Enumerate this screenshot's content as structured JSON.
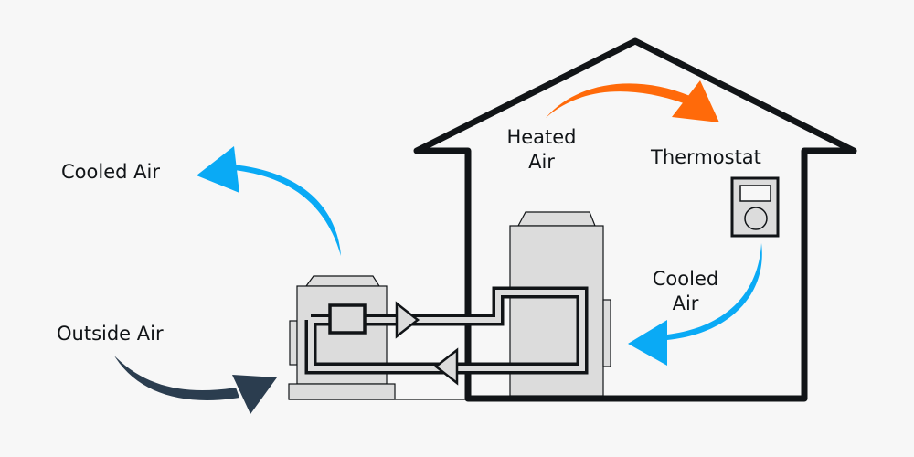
{
  "diagram": {
    "title": "Heat pump cooling cycle",
    "colors": {
      "background": "#f7f7f7",
      "outline": "#111417",
      "unit_fill": "#dcdcdc",
      "cooled_air": "#0aaaf5",
      "heated_air": "#ff6a0a",
      "outside_air": "#2b3d4f"
    },
    "labels": {
      "cooled_air_outside": "Cooled Air",
      "outside_air": "Outside Air",
      "heated_air_line1": "Heated",
      "heated_air_line2": "Air",
      "thermostat": "Thermostat",
      "cooled_air_inside_line1": "Cooled",
      "cooled_air_inside_line2": "Air"
    },
    "components": [
      {
        "id": "house",
        "name": "House outline"
      },
      {
        "id": "outdoor-unit",
        "name": "Outdoor condenser unit"
      },
      {
        "id": "indoor-unit",
        "name": "Indoor air handler"
      },
      {
        "id": "thermostat",
        "name": "Thermostat"
      },
      {
        "id": "refrigerant-lines",
        "name": "Refrigerant loop"
      }
    ],
    "flows": [
      {
        "id": "outside-air",
        "label": "Outside Air",
        "direction": "into outdoor unit",
        "color": "#2b3d4f"
      },
      {
        "id": "cooled-air-out",
        "label": "Cooled Air",
        "direction": "up and away from outdoor unit",
        "color": "#0aaaf5"
      },
      {
        "id": "heated-air",
        "label": "Heated Air",
        "direction": "rising toward thermostat",
        "color": "#ff6a0a"
      },
      {
        "id": "cooled-air-in",
        "label": "Cooled Air",
        "direction": "down toward indoor unit",
        "color": "#0aaaf5"
      },
      {
        "id": "refrigerant-supply",
        "direction": "outdoor to indoor (upper line)"
      },
      {
        "id": "refrigerant-return",
        "direction": "indoor to outdoor (lower line)"
      }
    ]
  }
}
